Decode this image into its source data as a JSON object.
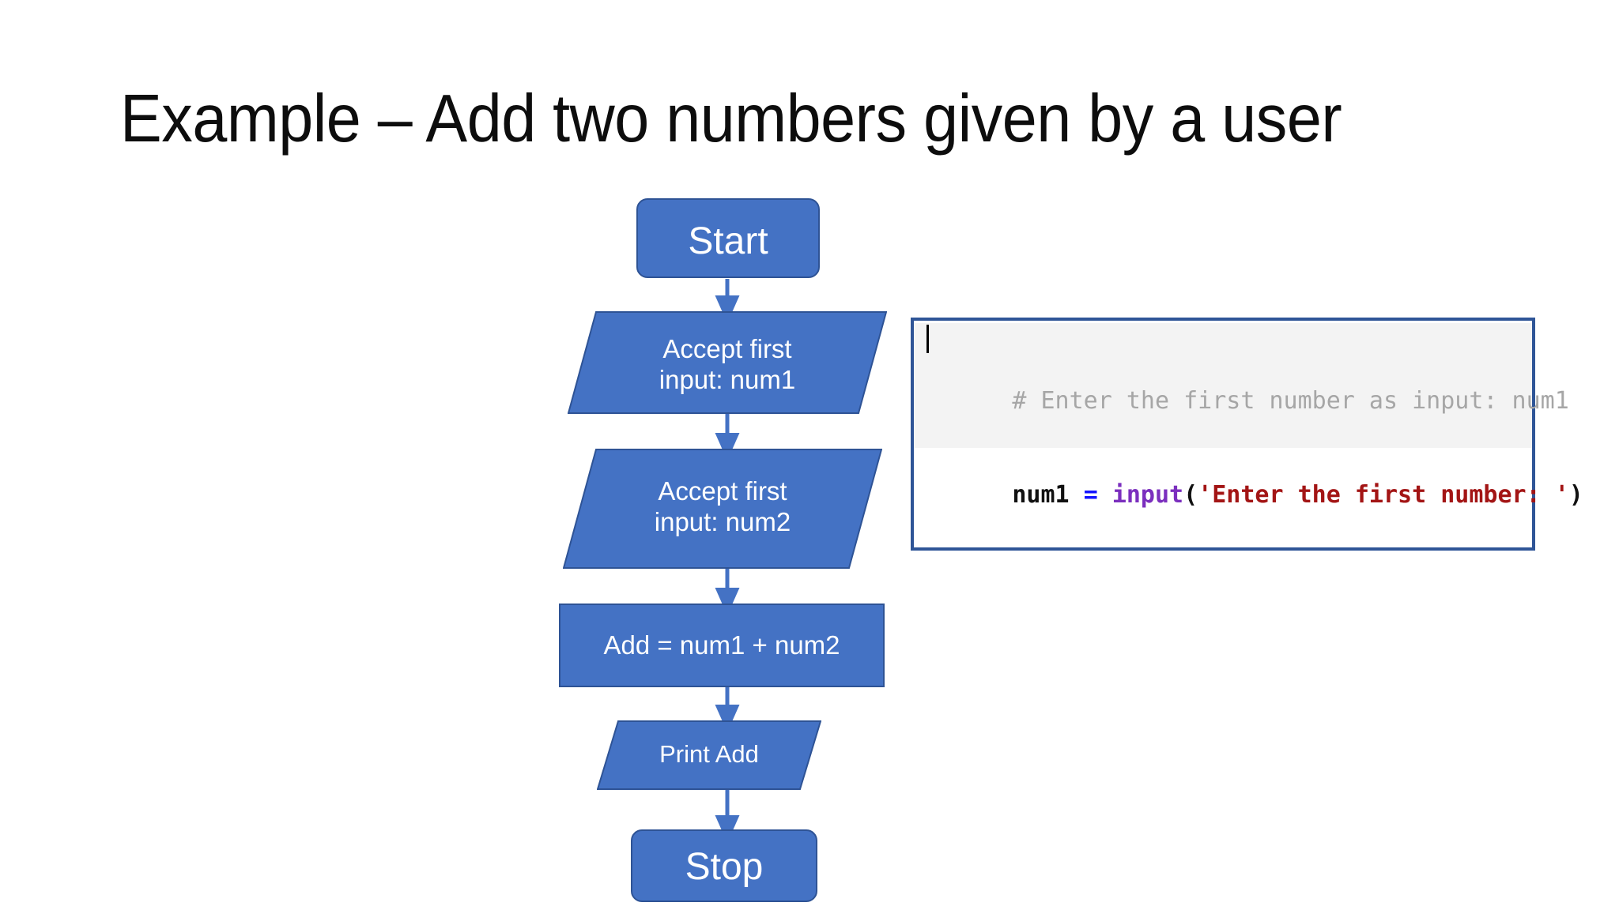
{
  "slide": {
    "title": "Example – Add two numbers given by a user",
    "background_color": "#ffffff"
  },
  "theme": {
    "shape_fill": "#4472C4",
    "shape_border": "#2E5395",
    "arrow_color": "#4472C4",
    "shape_text_color": "#ffffff",
    "title_color": "#0d0d0d",
    "code_border": "#2F5597",
    "code_background": "#ffffff",
    "code_current_line": "#f3f3f3"
  },
  "flowchart": {
    "nodes": [
      {
        "id": "start",
        "shape": "terminator",
        "label": "Start"
      },
      {
        "id": "input-num1",
        "shape": "io",
        "label": "Accept first\ninput: num1"
      },
      {
        "id": "input-num2",
        "shape": "io",
        "label": "Accept first\ninput: num2"
      },
      {
        "id": "add",
        "shape": "process",
        "label": "Add = num1 + num2"
      },
      {
        "id": "print",
        "shape": "io",
        "label": "Print Add"
      },
      {
        "id": "stop",
        "shape": "terminator",
        "label": "Stop"
      }
    ],
    "edges": [
      {
        "from": "start",
        "to": "input-num1"
      },
      {
        "from": "input-num1",
        "to": "input-num2"
      },
      {
        "from": "input-num2",
        "to": "add"
      },
      {
        "from": "add",
        "to": "print"
      },
      {
        "from": "print",
        "to": "stop"
      }
    ]
  },
  "code": {
    "language": "python",
    "lines": [
      {
        "current": true,
        "tokens": [
          {
            "type": "comment",
            "text": "# Enter the first number as input: num1"
          }
        ]
      },
      {
        "current": false,
        "tokens": [
          {
            "type": "plain",
            "text": "num1"
          },
          {
            "type": "plain",
            "text": " "
          },
          {
            "type": "op",
            "text": "="
          },
          {
            "type": "plain",
            "text": " "
          },
          {
            "type": "func",
            "text": "input"
          },
          {
            "type": "punct",
            "text": "("
          },
          {
            "type": "string",
            "text": "'Enter the first number: '"
          },
          {
            "type": "punct",
            "text": ")"
          }
        ]
      }
    ]
  }
}
